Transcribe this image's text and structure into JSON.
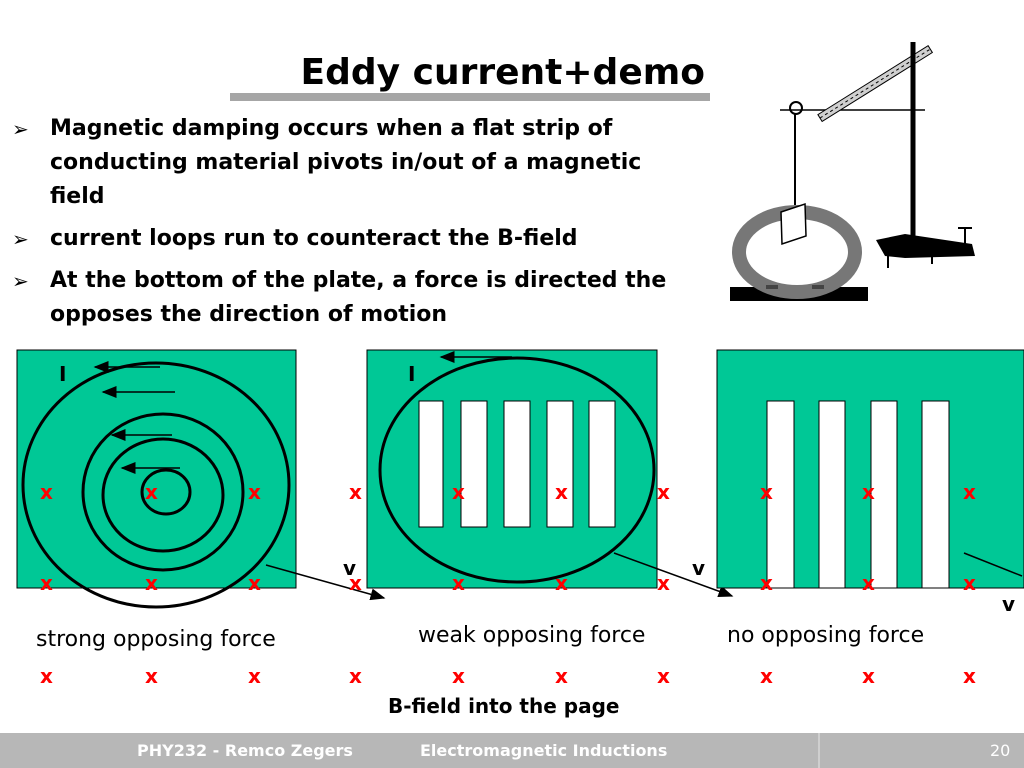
{
  "slide": {
    "title": "Eddy current+demo",
    "bullet_marker": "➢",
    "bullets": [
      "Magnetic damping occurs when a flat strip of conducting material pivots in/out of a magnetic field",
      "current loops run to counteract the B-field",
      "At the bottom of the plate, a force is directed the opposes the direction of motion"
    ]
  },
  "diagram": {
    "plate_color": "#00c896",
    "x_color": "#ff0000",
    "x_mark": "x",
    "current_label": "I",
    "velocity_label": "v",
    "captions": [
      "strong opposing force",
      "weak opposing force",
      "no opposing force"
    ],
    "field_caption": "B-field into the page"
  },
  "footer": {
    "author": "PHY232 - Remco Zegers",
    "topic": "Electromagnetic Inductions",
    "page": "20"
  }
}
